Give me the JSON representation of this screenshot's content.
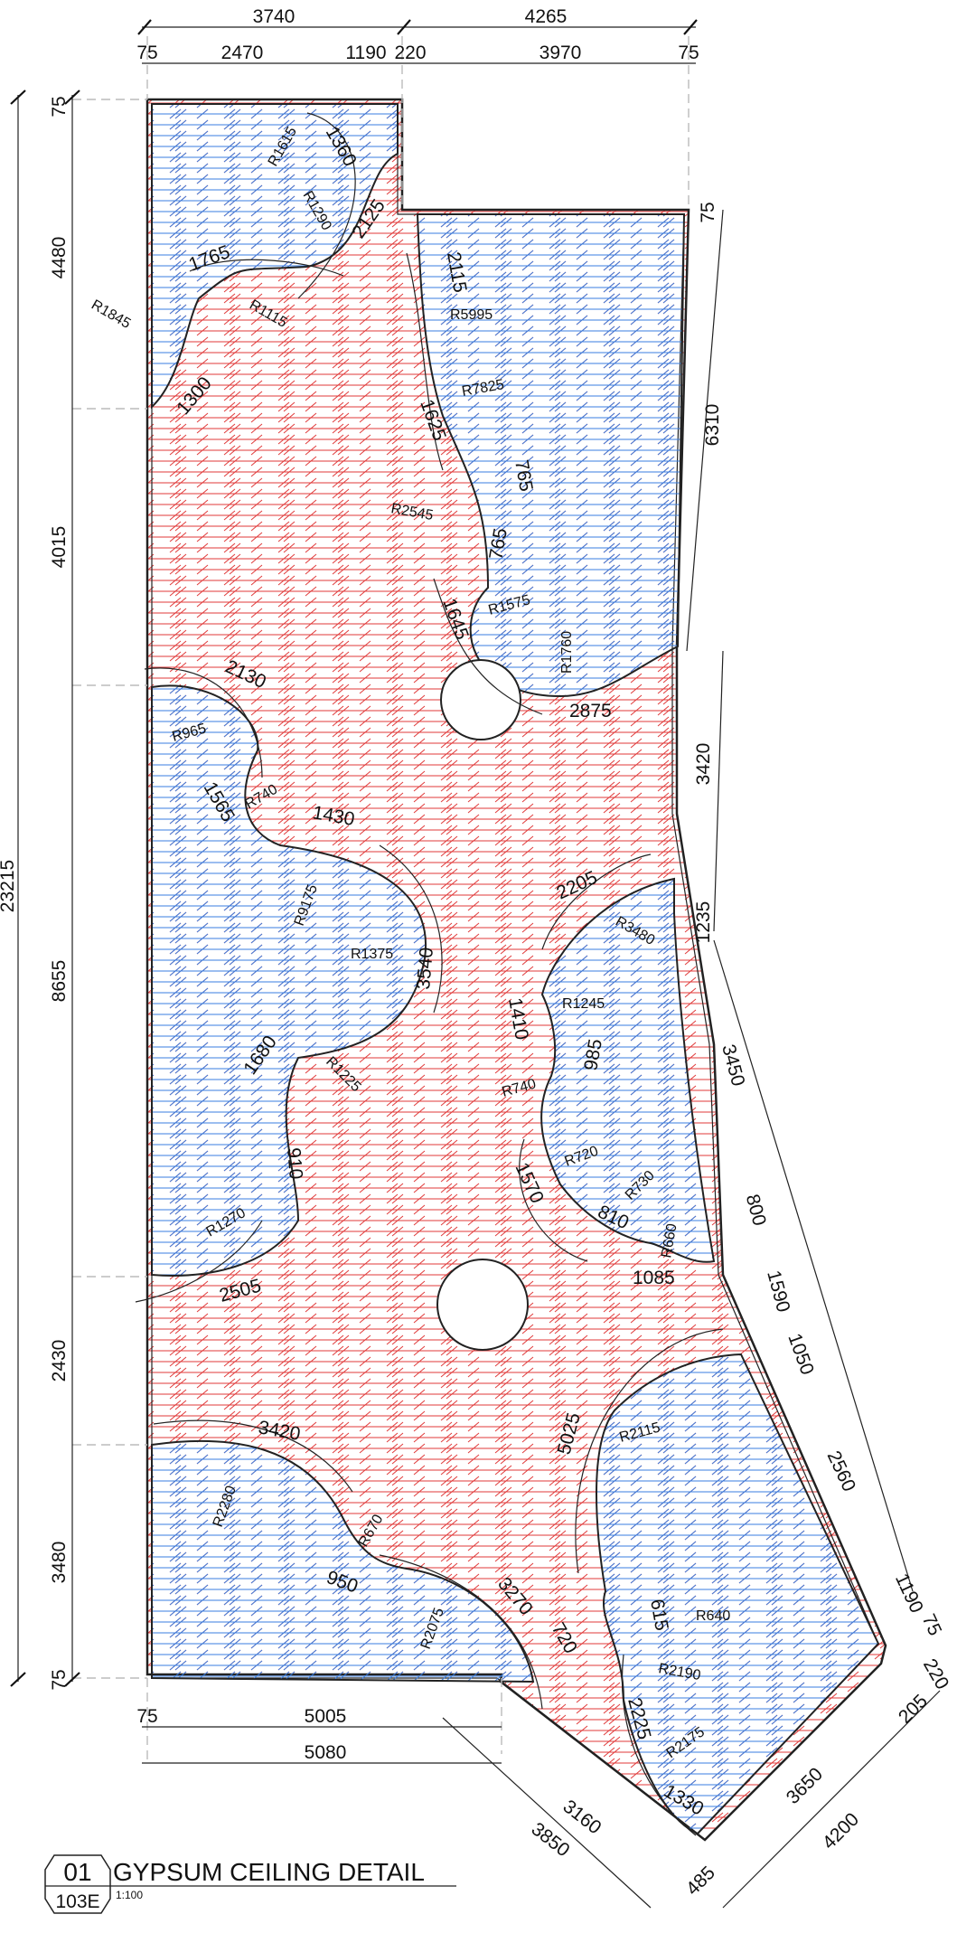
{
  "title_block": {
    "number": "01",
    "sheet": "103E",
    "title": "GYPSUM CEILING DETAIL",
    "scale": "1:100"
  },
  "colors": {
    "red_hatch": "#e03a3a",
    "blue_hatch": "#3a7ee0",
    "outline": "#222222"
  },
  "dimensions": {
    "top_overall": [
      "3740",
      "4265"
    ],
    "top_detail": [
      "75",
      "2470",
      "1190",
      "220",
      "3970",
      "75"
    ],
    "left_overall": "23215",
    "left_detail": [
      "75",
      "4480",
      "4015",
      "8655",
      "2430",
      "3480",
      "75"
    ],
    "right_side": [
      "75",
      "6310",
      "3420",
      "1235",
      "3450",
      "800",
      "1590",
      "1050",
      "2560",
      "1190",
      "75",
      "220"
    ],
    "bottom": [
      "75",
      "5005",
      "5080",
      "3160",
      "3850",
      "485",
      "3650",
      "4200",
      "205"
    ]
  },
  "annotations": {
    "zone1": [
      "R1615",
      "1360",
      "R1290",
      "2125",
      "1765",
      "R1115",
      "R1845",
      "1300"
    ],
    "zone2": [
      "2115",
      "R5995",
      "R7825",
      "1625",
      "765",
      "R2545",
      "765",
      "R1575",
      "1645",
      "R1760",
      "2875"
    ],
    "zone3": [
      "2130",
      "R965",
      "R740",
      "1565",
      "1430",
      "R9175",
      "R1375",
      "3540",
      "1680",
      "R1225",
      "910",
      "R1270",
      "2505"
    ],
    "zone4": [
      "2205",
      "R3480",
      "1410",
      "R1245",
      "R740",
      "985",
      "R720",
      "1570",
      "810",
      "R730",
      "R660",
      "1085"
    ],
    "zone5": [
      "3420",
      "R2280",
      "R670",
      "950",
      "3270",
      "R2075",
      "720"
    ],
    "zone6": [
      "5025",
      "R2115",
      "615",
      "R640",
      "R2190",
      "2225",
      "R2175",
      "1330"
    ]
  }
}
